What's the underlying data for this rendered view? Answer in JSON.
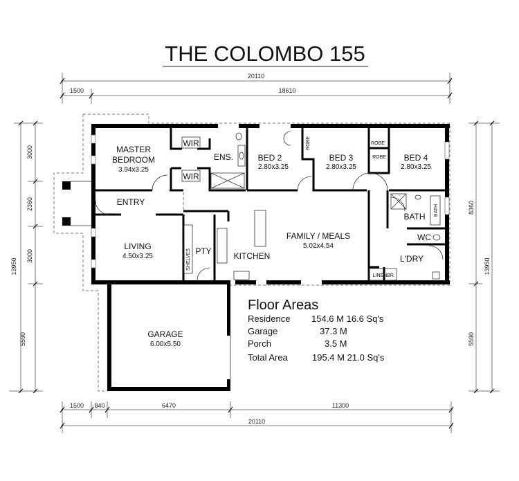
{
  "title": "THE COLOMBO 155",
  "dimensions": {
    "top_overall": "20110",
    "top_porch": "1500",
    "top_main": "18610",
    "left_overall": "13950",
    "left_segments": [
      "3000",
      "2360",
      "3000",
      "5590"
    ],
    "right_upper": "8360",
    "right_overall": "13950",
    "right_lower": "5590",
    "bottom_segments": [
      "1500",
      "840",
      "6470",
      "11300"
    ],
    "bottom_overall": "20110"
  },
  "rooms": {
    "master": {
      "name_line1": "MASTER",
      "name_line2": "BEDROOM",
      "size": "3.94x3.25"
    },
    "wir1": "WIR",
    "wir2": "WIR",
    "ens": "ENS.",
    "bed2": {
      "name": "BED 2",
      "size": "2.80x3.25"
    },
    "robe1": "ROBE",
    "bed3": {
      "name": "BED 3",
      "size": "2.80x3.25"
    },
    "robe2": "ROBE",
    "robe3": "ROBE",
    "bed4": {
      "name": "BED 4",
      "size": "2.80x3.25"
    },
    "entry": "ENTRY",
    "living": {
      "name": "LIVING",
      "size": "4.50x3.25"
    },
    "shelves": "SHELVES",
    "pty": "PTY",
    "kitchen": "KITCHEN",
    "family": {
      "name": "FAMILY / MEALS",
      "size": "5.02x4.54"
    },
    "bath": "BATH",
    "bath_tub": "BATH",
    "wc": "WC",
    "ldry": "L'DRY",
    "linen": "LINEN",
    "br": "BR.",
    "garage": {
      "name": "GARAGE",
      "size": "6.00x5.50"
    }
  },
  "floor_areas": {
    "heading": "Floor Areas",
    "rows": [
      {
        "label": "Residence",
        "value": "154.6 M 16.6 Sq's"
      },
      {
        "label": "Garage",
        "value": "37.3 M"
      },
      {
        "label": "Porch",
        "value": "3.5 M"
      },
      {
        "label": "Total Area",
        "value": "195.4 M 21.0 Sq's"
      }
    ]
  }
}
